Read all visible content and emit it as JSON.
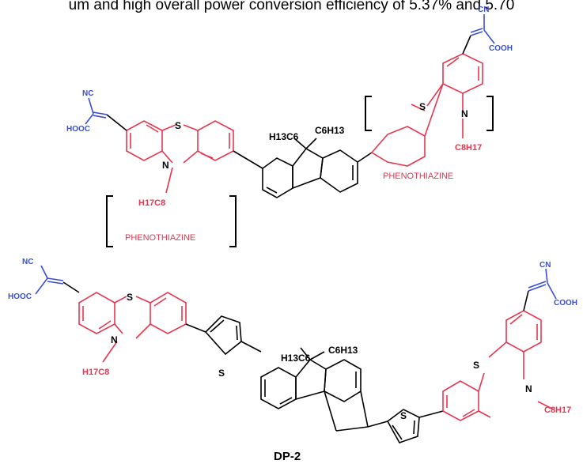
{
  "caption": "um and high overall power conversion efficiency of 5.37% and 5.70",
  "molecule_label": "DP-2",
  "fragment_label": "PHENOTHIAZINE",
  "atoms": {
    "sulfur": "S",
    "nitrogen": "N",
    "cyano": "CN",
    "cyano_left": "NC",
    "acid": "COOH",
    "acid_left": "HOOC",
    "octyl": "C8H17",
    "octyl_left": "H17C8",
    "hexyl": "C6H13",
    "hexyl_left": "H13C6"
  },
  "colors": {
    "phenothiazine": "#e8364f",
    "acceptor": "#3a4fd6",
    "bridge": "#000000"
  }
}
